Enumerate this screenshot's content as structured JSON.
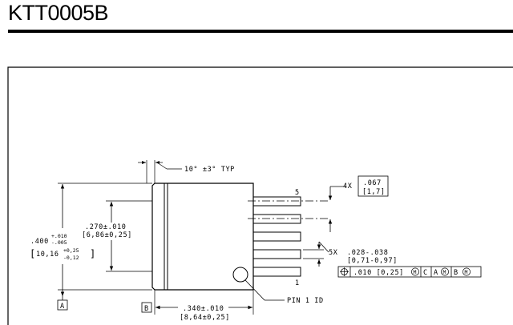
{
  "title": "KTT0005B",
  "annotations": {
    "taper_angle": "10° ±3° TYP",
    "pitch_count": "4X",
    "pitch_in": ".067",
    "pitch_mm": "[1,7]",
    "pin_5": "5",
    "pin_1": "1",
    "lead_count": "5X",
    "lead_width_in": ".028-.038",
    "lead_width_mm": "[0,71-0,97]",
    "pin1_id": "PIN 1 ID"
  },
  "dimensions": {
    "overall_height_nominal": ".400",
    "overall_height_tol_plus": "+.010",
    "overall_height_tol_minus": "-.005",
    "overall_height_mm": "10,16",
    "overall_height_mm_tol_plus": "+0,25",
    "overall_height_mm_tol_minus": "-0,12",
    "body_height_in": ".270±.010",
    "body_height_mm": "[6,86±0,25]",
    "body_length_in": ".340±.010",
    "body_length_mm": "[8,64±0,25]"
  },
  "datums": {
    "a": "A",
    "b": "B"
  },
  "tolerance_frame": {
    "symbol": "position",
    "value": ".010 [0,25]",
    "modifier": "M",
    "datum_c": "C",
    "datum_a": "A",
    "datum_b": "B"
  }
}
